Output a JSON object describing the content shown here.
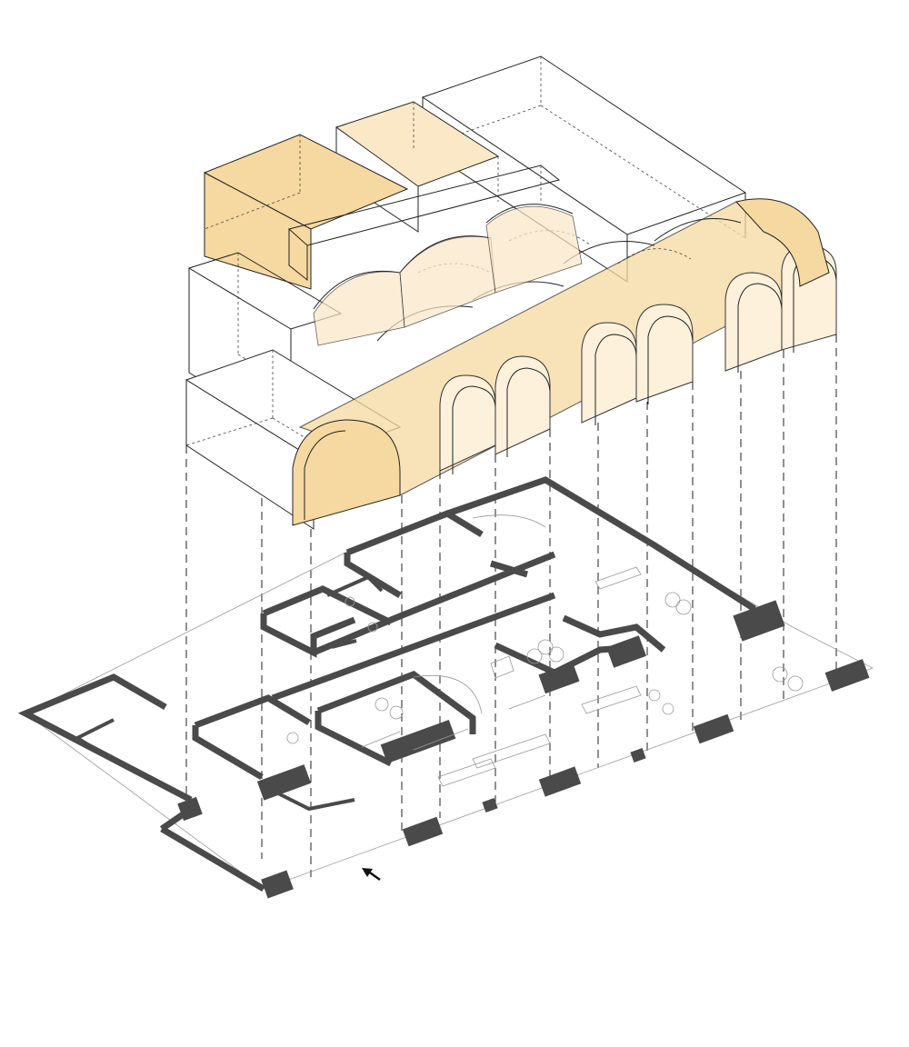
{
  "diagram": {
    "kind": "exploded axonometric architectural diagram",
    "palette": {
      "background": "#ffffff",
      "line": "#222222",
      "wall": "#4a4a4a",
      "vault_fill_strong": "#f6d9a0",
      "vault_fill_light": "#fbe8c6",
      "arch_fill": "#fdf1dc"
    },
    "layers": [
      "volume-massing",
      "arched-vault-gallery",
      "projection-lines",
      "floor-plan"
    ],
    "icons": [
      "entrance-arrow-icon"
    ]
  }
}
